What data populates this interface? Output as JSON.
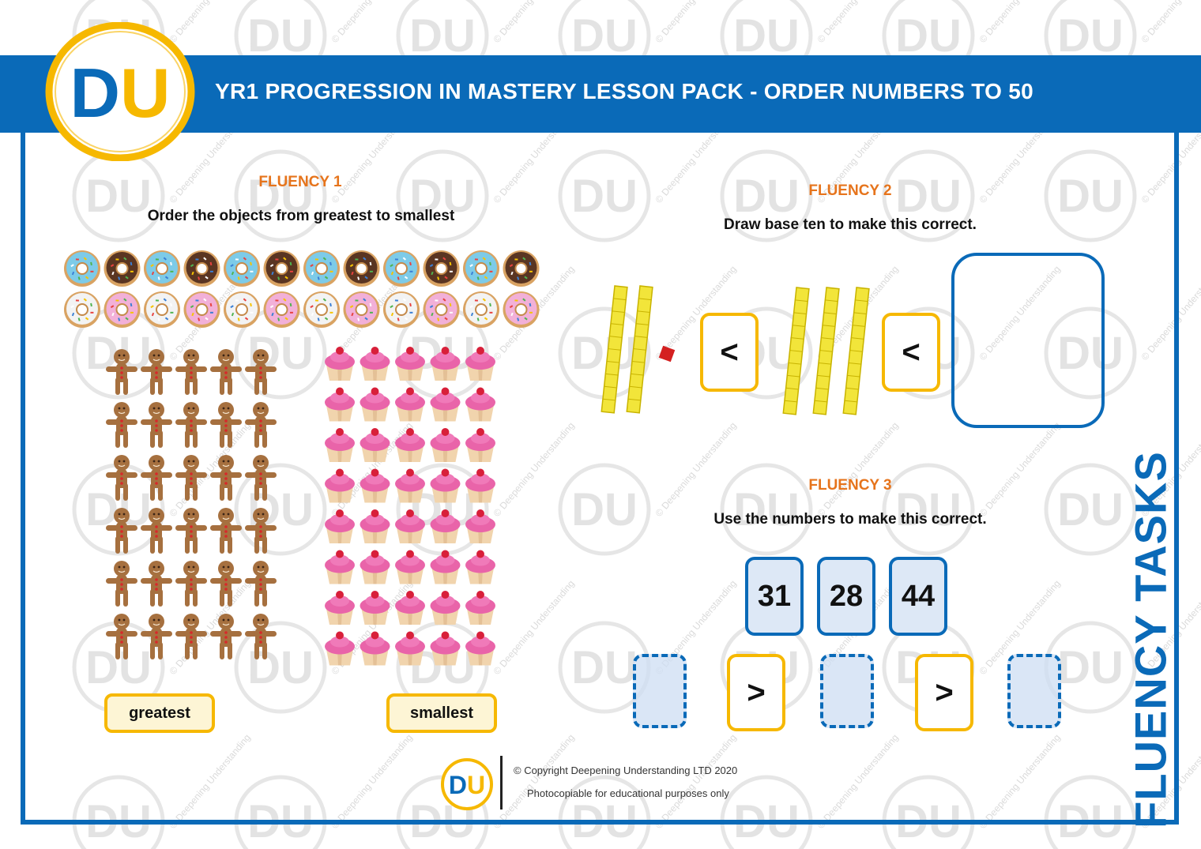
{
  "header": {
    "logo_text": "DU",
    "title": "YR1 PROGRESSION IN MASTERY LESSON PACK - ORDER NUMBERS TO 50"
  },
  "side_title": "FLUENCY TASKS",
  "watermark": {
    "logo_text": "DU",
    "text": "© Deepening Understanding"
  },
  "fluency1": {
    "heading": "FLUENCY 1",
    "instruction": "Order the objects from greatest to smallest",
    "donuts": {
      "top_row": [
        "blue",
        "chocolate"
      ],
      "bottom_row": [
        "white",
        "pink"
      ],
      "count": 24
    },
    "gingerbread": {
      "count": 30
    },
    "cupcakes": {
      "count": 40
    },
    "labels": {
      "greatest": "greatest",
      "smallest": "smallest"
    }
  },
  "fluency2": {
    "heading": "FLUENCY 2",
    "instruction": "Draw base ten to make this correct.",
    "group1": {
      "tens": 2,
      "ones": 1
    },
    "group2": {
      "tens": 3,
      "ones": 0
    },
    "symbols": [
      "<",
      "<"
    ]
  },
  "fluency3": {
    "heading": "FLUENCY 3",
    "instruction": "Use the numbers to make this correct.",
    "numbers": [
      "31",
      "28",
      "44"
    ],
    "symbols": [
      ">",
      ">"
    ]
  },
  "footer": {
    "logo_text": "DU",
    "copyright": "© Copyright Deepening Understanding LTD 2020",
    "note": "Photocopiable for educational purposes only"
  },
  "colors": {
    "brand_blue": "#0a6ab8",
    "accent_yellow": "#f6b800",
    "heading_orange": "#e6741c",
    "base_ten_yellow": "#f2e53a",
    "ones_cube_red": "#d42020"
  }
}
